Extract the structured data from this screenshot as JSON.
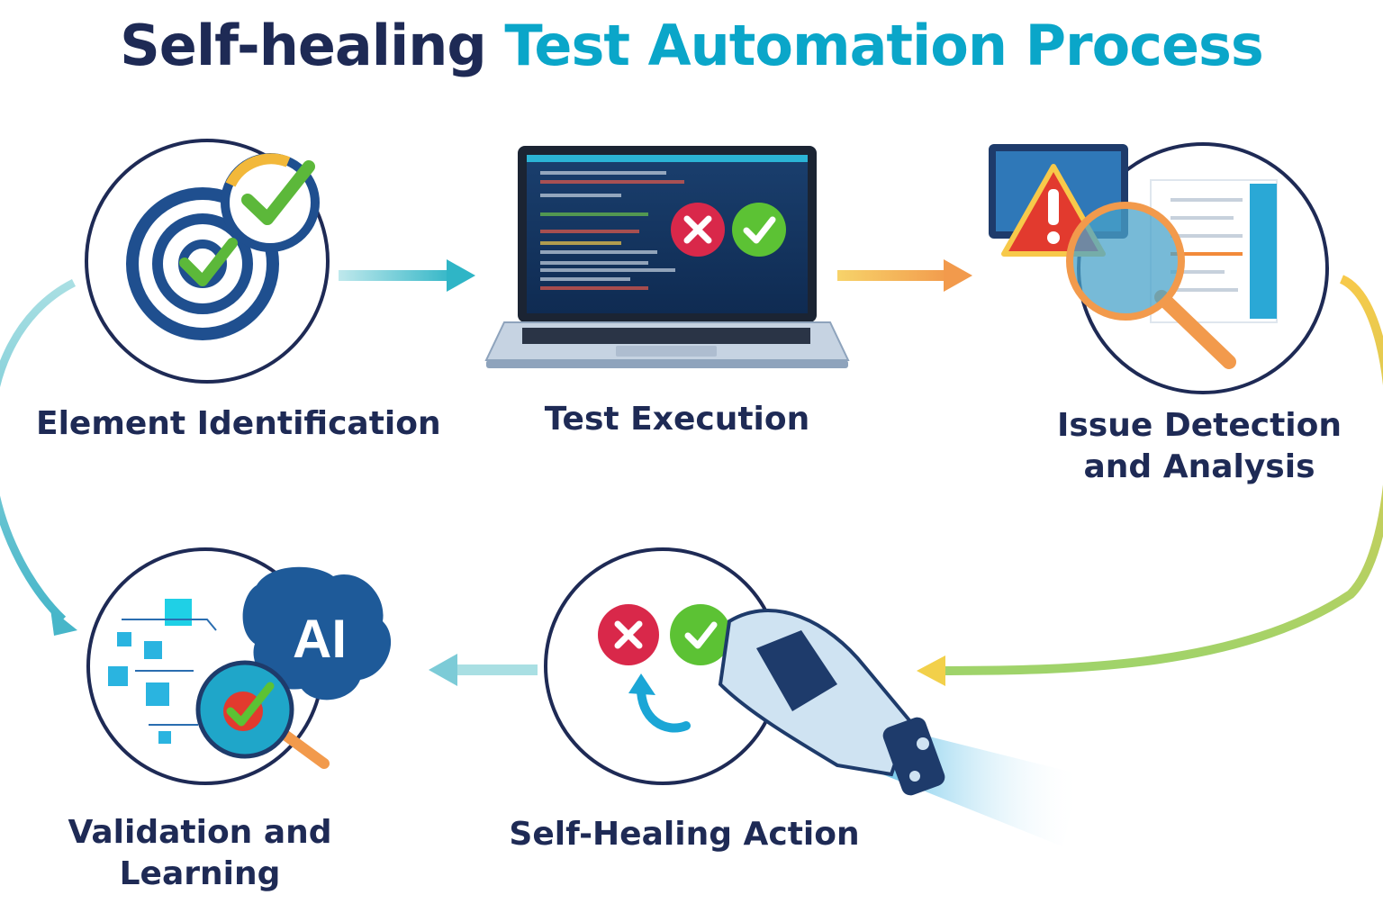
{
  "title": {
    "part1": "Self-healing",
    "part2": "Test Automation Process"
  },
  "colors": {
    "navy": "#1e2a55",
    "teal": "#0aa6c9",
    "orange": "#f5a04a",
    "red": "#d9284a",
    "green": "#5cc234"
  },
  "steps": [
    {
      "label": "Element Identification",
      "icon": "target-check-icon"
    },
    {
      "label": "Test Execution",
      "icon": "laptop-icon"
    },
    {
      "label_line1": "Issue Detection",
      "label_line2": "and Analysis",
      "icon": "warning-magnifier-icon"
    },
    {
      "label": "Self-Healing Action",
      "icon": "robot-hand-icon"
    },
    {
      "label_line1": "Validation and",
      "label_line2": "Learning",
      "icon": "ai-brain-icon"
    }
  ],
  "ai_text": "AI"
}
